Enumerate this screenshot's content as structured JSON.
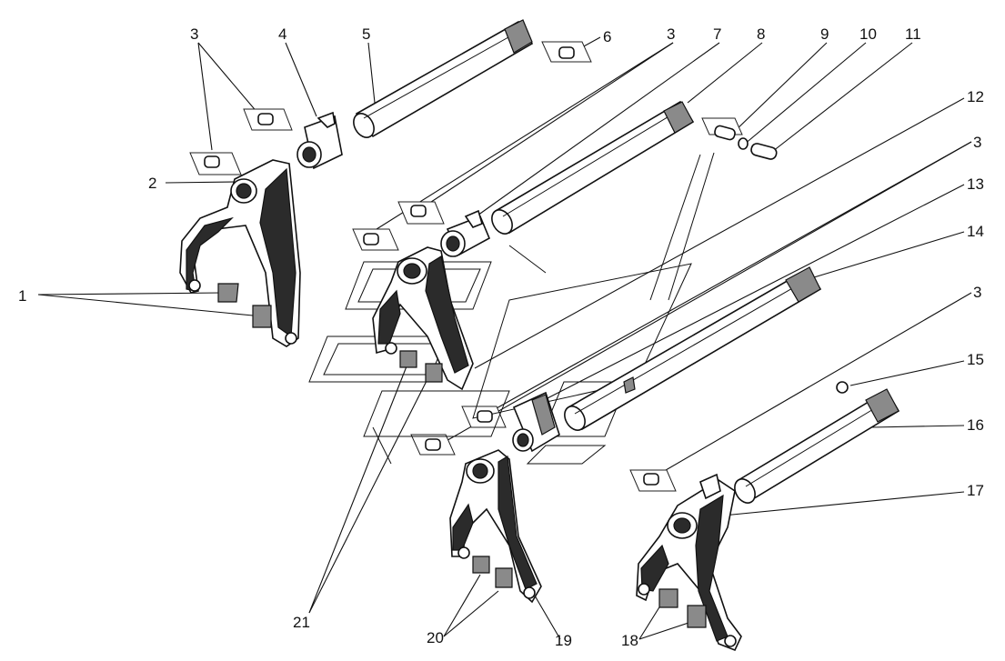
{
  "callouts": [
    "1",
    "2",
    "3",
    "4",
    "5",
    "6",
    "3",
    "7",
    "8",
    "9",
    "10",
    "11",
    "12",
    "3",
    "13",
    "14",
    "3",
    "15",
    "16",
    "17",
    "18",
    "19",
    "20",
    "21"
  ],
  "colors": {
    "ink": "#111111",
    "shade": "#2b2b2b",
    "mid": "#8a8a8a",
    "paper": "#ffffff"
  }
}
